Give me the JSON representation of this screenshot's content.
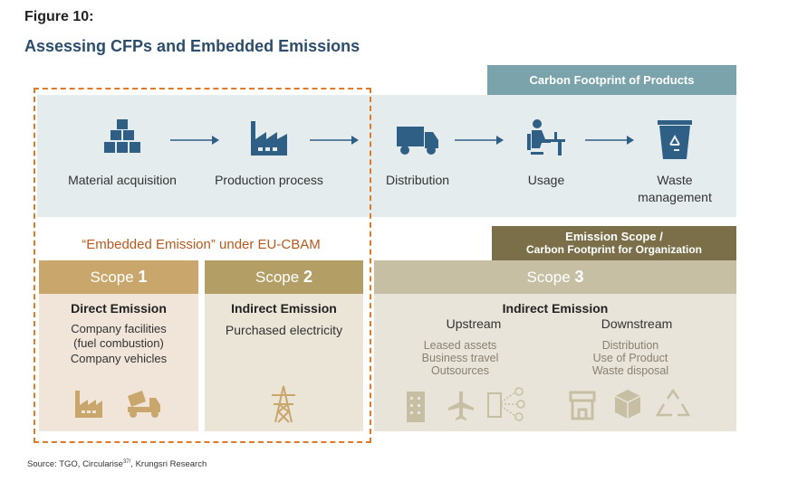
{
  "figure_label": "Figure 10:",
  "title": "Assessing CFPs and Embedded Emissions",
  "cfp_header": "Carbon Footprint of Products",
  "steps": [
    {
      "label": "Material acquisition",
      "icon": "boxes-icon"
    },
    {
      "label": "Production process",
      "icon": "factory-icon"
    },
    {
      "label": "Distribution",
      "icon": "truck-icon"
    },
    {
      "label": "Usage",
      "icon": "person-desk-icon"
    },
    {
      "label": "Waste management",
      "icon": "recycle-bin-icon"
    }
  ],
  "embedded_label": "“Embedded Emission” under EU-CBAM",
  "emission_scope_header": {
    "line1": "Emission Scope /",
    "line2": "Carbon Footprint for Organization"
  },
  "scopes": [
    {
      "word": "Scope",
      "num": "1",
      "heading": "Direct Emission",
      "items": [
        "Company facilities",
        "(fuel combustion)",
        "Company vehicles"
      ]
    },
    {
      "word": "Scope",
      "num": "2",
      "heading": "Indirect Emission",
      "items": [
        "Purchased electricity"
      ]
    },
    {
      "word": "Scope",
      "num": "3",
      "heading": "Indirect Emission",
      "upstream": {
        "label": "Upstream",
        "items": [
          "Leased assets",
          "Business travel",
          "Outsources"
        ]
      },
      "downstream": {
        "label": "Downstream",
        "items": [
          "Distribution",
          "Use of Product",
          "Waste disposal"
        ]
      }
    }
  ],
  "source": {
    "prefix": "Source: TGO, Circularise",
    "sup": "37/",
    "suffix": ", Krungsri Research"
  },
  "colors": {
    "title": "#2c4d6b",
    "icon_blue": "#2f5f85",
    "cfp": "#7ba3ac",
    "dash": "#e07a2b",
    "scope1": "#c9a66b",
    "scope2": "#b39f66",
    "scope3": "#c6bfa3",
    "org": "#7a6f48"
  }
}
